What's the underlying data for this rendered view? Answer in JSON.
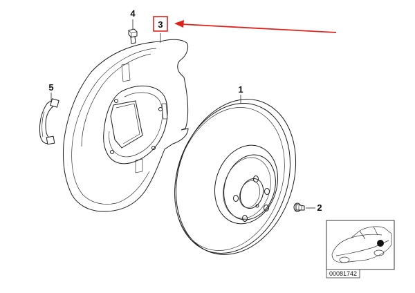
{
  "diagram": {
    "callouts": [
      {
        "id": "1",
        "label": "1"
      },
      {
        "id": "2",
        "label": "2"
      },
      {
        "id": "3",
        "label": "3"
      },
      {
        "id": "4",
        "label": "4"
      },
      {
        "id": "5",
        "label": "5"
      }
    ],
    "highlighted_callout": "3",
    "highlight_color": "#e0201b",
    "line_color": "#1a1a1a",
    "reference_number": "00081742",
    "icons": [
      "car-locator-icon",
      "red-arrow-icon"
    ]
  }
}
